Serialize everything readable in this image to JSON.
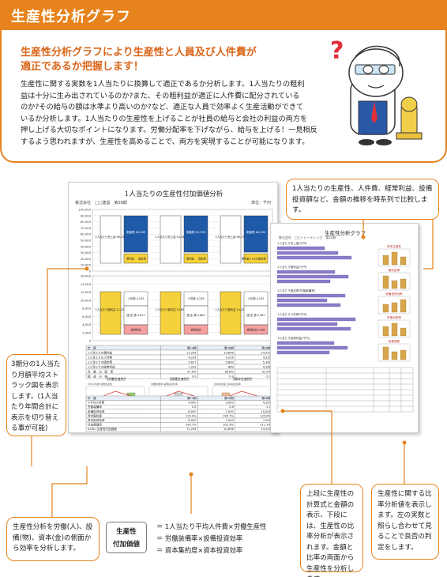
{
  "header": {
    "title": "生産性分析グラフ"
  },
  "intro": {
    "subtitle_line1": "生産性分析グラフにより生産性と人員及び人件費が",
    "subtitle_line2": "適正であるか把握します！",
    "body_lines": [
      "生産性に関する実数を1人当たりに換算して適正であるか分析します。1人当たりの粗利",
      "益は十分に生み出されているのか?また、その粗利益が適正に人件費に配分されている",
      "のか?その給与の額は水準より高いのか?など、適正な人員で効率よく生産活動ができて",
      "いるか分析します。1人当たりの生産性を上げることが社員の給与と会社の利益の両方を",
      "押し上げる大切なポイントになります。労働分配率を下げながら、給与を上げる！一見相反",
      "するよう思われますが、生産性を高めることで、両方を実現することが可能になります。"
    ]
  },
  "doc_main": {
    "title": "1人当たりの生産性付加価値分析",
    "company": "株式会社　□□建設　第28期",
    "unit": "単位：千円",
    "chart1": {
      "periods": [
        "第24期",
        "第26期",
        "第28期"
      ],
      "ticks": [
        "100,000",
        "90,000",
        "80,000",
        "70,000",
        "60,000",
        "50,000",
        "40,000",
        "30,000",
        "20,000",
        "10,000",
        "0"
      ],
      "left_labels": [
        "1人当たり売上高 96,254",
        "1人当たり売上高 94,263",
        "1人当たり売上高 98,731"
      ],
      "right_labels": [
        "変動費 83,009",
        "変動費 81,933",
        "変動費 84,230"
      ],
      "bottom_labels": [
        [
          "粗利益",
          "固定費"
        ],
        [
          "粗利益",
          "固定費"
        ],
        [
          "粗利益 14,201",
          "固定費"
        ]
      ]
    },
    "chart2": {
      "ticks": [
        "16,000",
        "14,000",
        "12,000",
        "10,000",
        "8,000",
        "6,000",
        "4,000",
        "2,000",
        "0"
      ],
      "left_labels": [
        "1人当たり粗利益 11,254",
        "1人当たり粗利益 10,896",
        "1人当たり粗利益 14,201"
      ],
      "right_top": [
        "人件費 4,235",
        "人件費 4,226",
        "人件費 4,535"
      ],
      "right_mid": [
        "固 定 費 5,817",
        "固 定 費 5,800",
        "固 定 費 5,381"
      ],
      "right_bot": [
        "経常利益",
        "経常利益",
        "経常利益 4,286"
      ]
    },
    "table1": {
      "headers": [
        "年　度",
        "第24期",
        "第26期",
        "第28期"
      ],
      "rows": [
        [
          "1人当たりの粗利益",
          "11,254",
          "10,896",
          "14,201"
        ],
        [
          "1人当たりの人件費",
          "4,235",
          "4,226",
          "4,535"
        ],
        [
          "1人当たりの固定費",
          "5,817",
          "5,800",
          "5,381"
        ],
        [
          "1人当たりの経常利益",
          "1,202",
          "869",
          "4,286"
        ],
        [
          "労　働　分　配　率",
          "37.6%",
          "38.8%",
          "31.9%"
        ],
        [
          "損　益　分　岐",
          "0.9",
          "0.9",
          "0.7"
        ]
      ]
    },
    "mini_charts": [
      {
        "title": "【労働生産性】",
        "legend": [
          "平均人件費",
          "労働生産性"
        ]
      },
      {
        "title": "【設備生産性】",
        "legend": [
          "労働装備率",
          "設備投資効率"
        ]
      },
      {
        "title": "【資本生産性】",
        "legend": [
          "資本集約度",
          "資本投資効率"
        ]
      }
    ],
    "table2": {
      "headers": [
        "年　度",
        "第24期",
        "第26期",
        "第28期"
      ],
      "rows": [
        [
          "①平均人件費",
          "4,000",
          "5,000",
          "4,200"
        ],
        [
          "労働装備率",
          "2.5",
          "2.6",
          "2.4"
        ],
        [
          "設備投資効率",
          "8,000",
          "2,000",
          "10,000"
        ],
        [
          "資本集約度",
          "115.0%",
          "195.7%",
          "125.0%"
        ],
        [
          "資本投資効率",
          "8,000",
          "7,000",
          "7,000"
        ],
        [
          "付加価値率",
          "100.7%",
          "102.3%",
          "111.3%"
        ],
        [
          "A×B＝生産性付加価値",
          "11,254",
          "10,896",
          "14,201"
        ]
      ]
    }
  },
  "doc_second": {
    "title": "生産性分析グラフ",
    "company": "株式会社　□□トレーディング　第24期",
    "bar_sections": [
      "1人当たり売上高(千円)",
      "1人当たり粗利益(千円)",
      "1人当たり固定費(労働装備率)",
      "1人当たり人件費(千円)",
      "1人当たり経常利益(千円)"
    ],
    "side_labels": [
      "資本生産性",
      "粗利益率",
      "設備投資効率",
      "労働分配率",
      "従業員数"
    ]
  },
  "callouts": {
    "top": "1人当たりの生産性、人件費、経常利益、設備投資額など、金額の推移を時系列で比較します。",
    "left": "3期分の1人当たり月額平均ストラック図を表示します。(1人当たり年間合計に表示を切り替える事が可能)",
    "bottom_left": "生産性分析を労働(人)、設備(物)、資本(金)の側面から効率を分析します。",
    "bottom_center": "上段に生産性の計算式と金額の表示、下段には、生産性の比率分析が表示されます。金額と比率の両面から生産性を分析します。",
    "bottom_right": "生産性に関する比率分析値を表示します。左の実数と照らし合わせて見ることで良否の判定をします。"
  },
  "formula": {
    "badge_line1": "生産性",
    "badge_line2": "付加価値",
    "lines": [
      "＝ 1人当たり平均人件費×労働生産性",
      "＝ 労働装備率×設備投資効率",
      "＝ 資本集約度×資本投資効率"
    ]
  },
  "colors": {
    "accent": "#e7831d",
    "subtitle": "#d9661a",
    "stack_blue": "#1e5aa8",
    "stack_yellow": "#f5d13b",
    "bar_purple": "#8b7bc8",
    "bar_gold": "#d8a54a"
  }
}
